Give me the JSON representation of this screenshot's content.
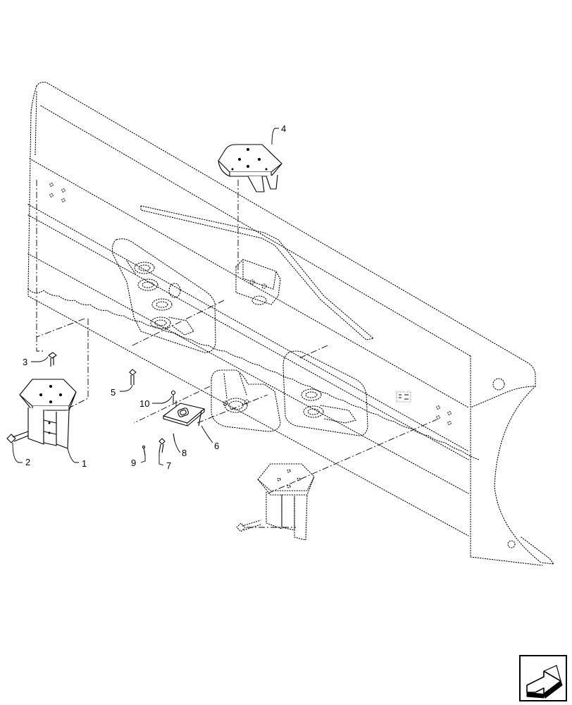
{
  "diagram": {
    "type": "exploded-parts-view",
    "callouts": [
      {
        "number": "1"
      },
      {
        "number": "2"
      },
      {
        "number": "3"
      },
      {
        "number": "4"
      },
      {
        "number": "5"
      },
      {
        "number": "6"
      },
      {
        "number": "7"
      },
      {
        "number": "8"
      },
      {
        "number": "9"
      },
      {
        "number": "10"
      }
    ],
    "nav_icon": "next-page-arrow-icon"
  }
}
